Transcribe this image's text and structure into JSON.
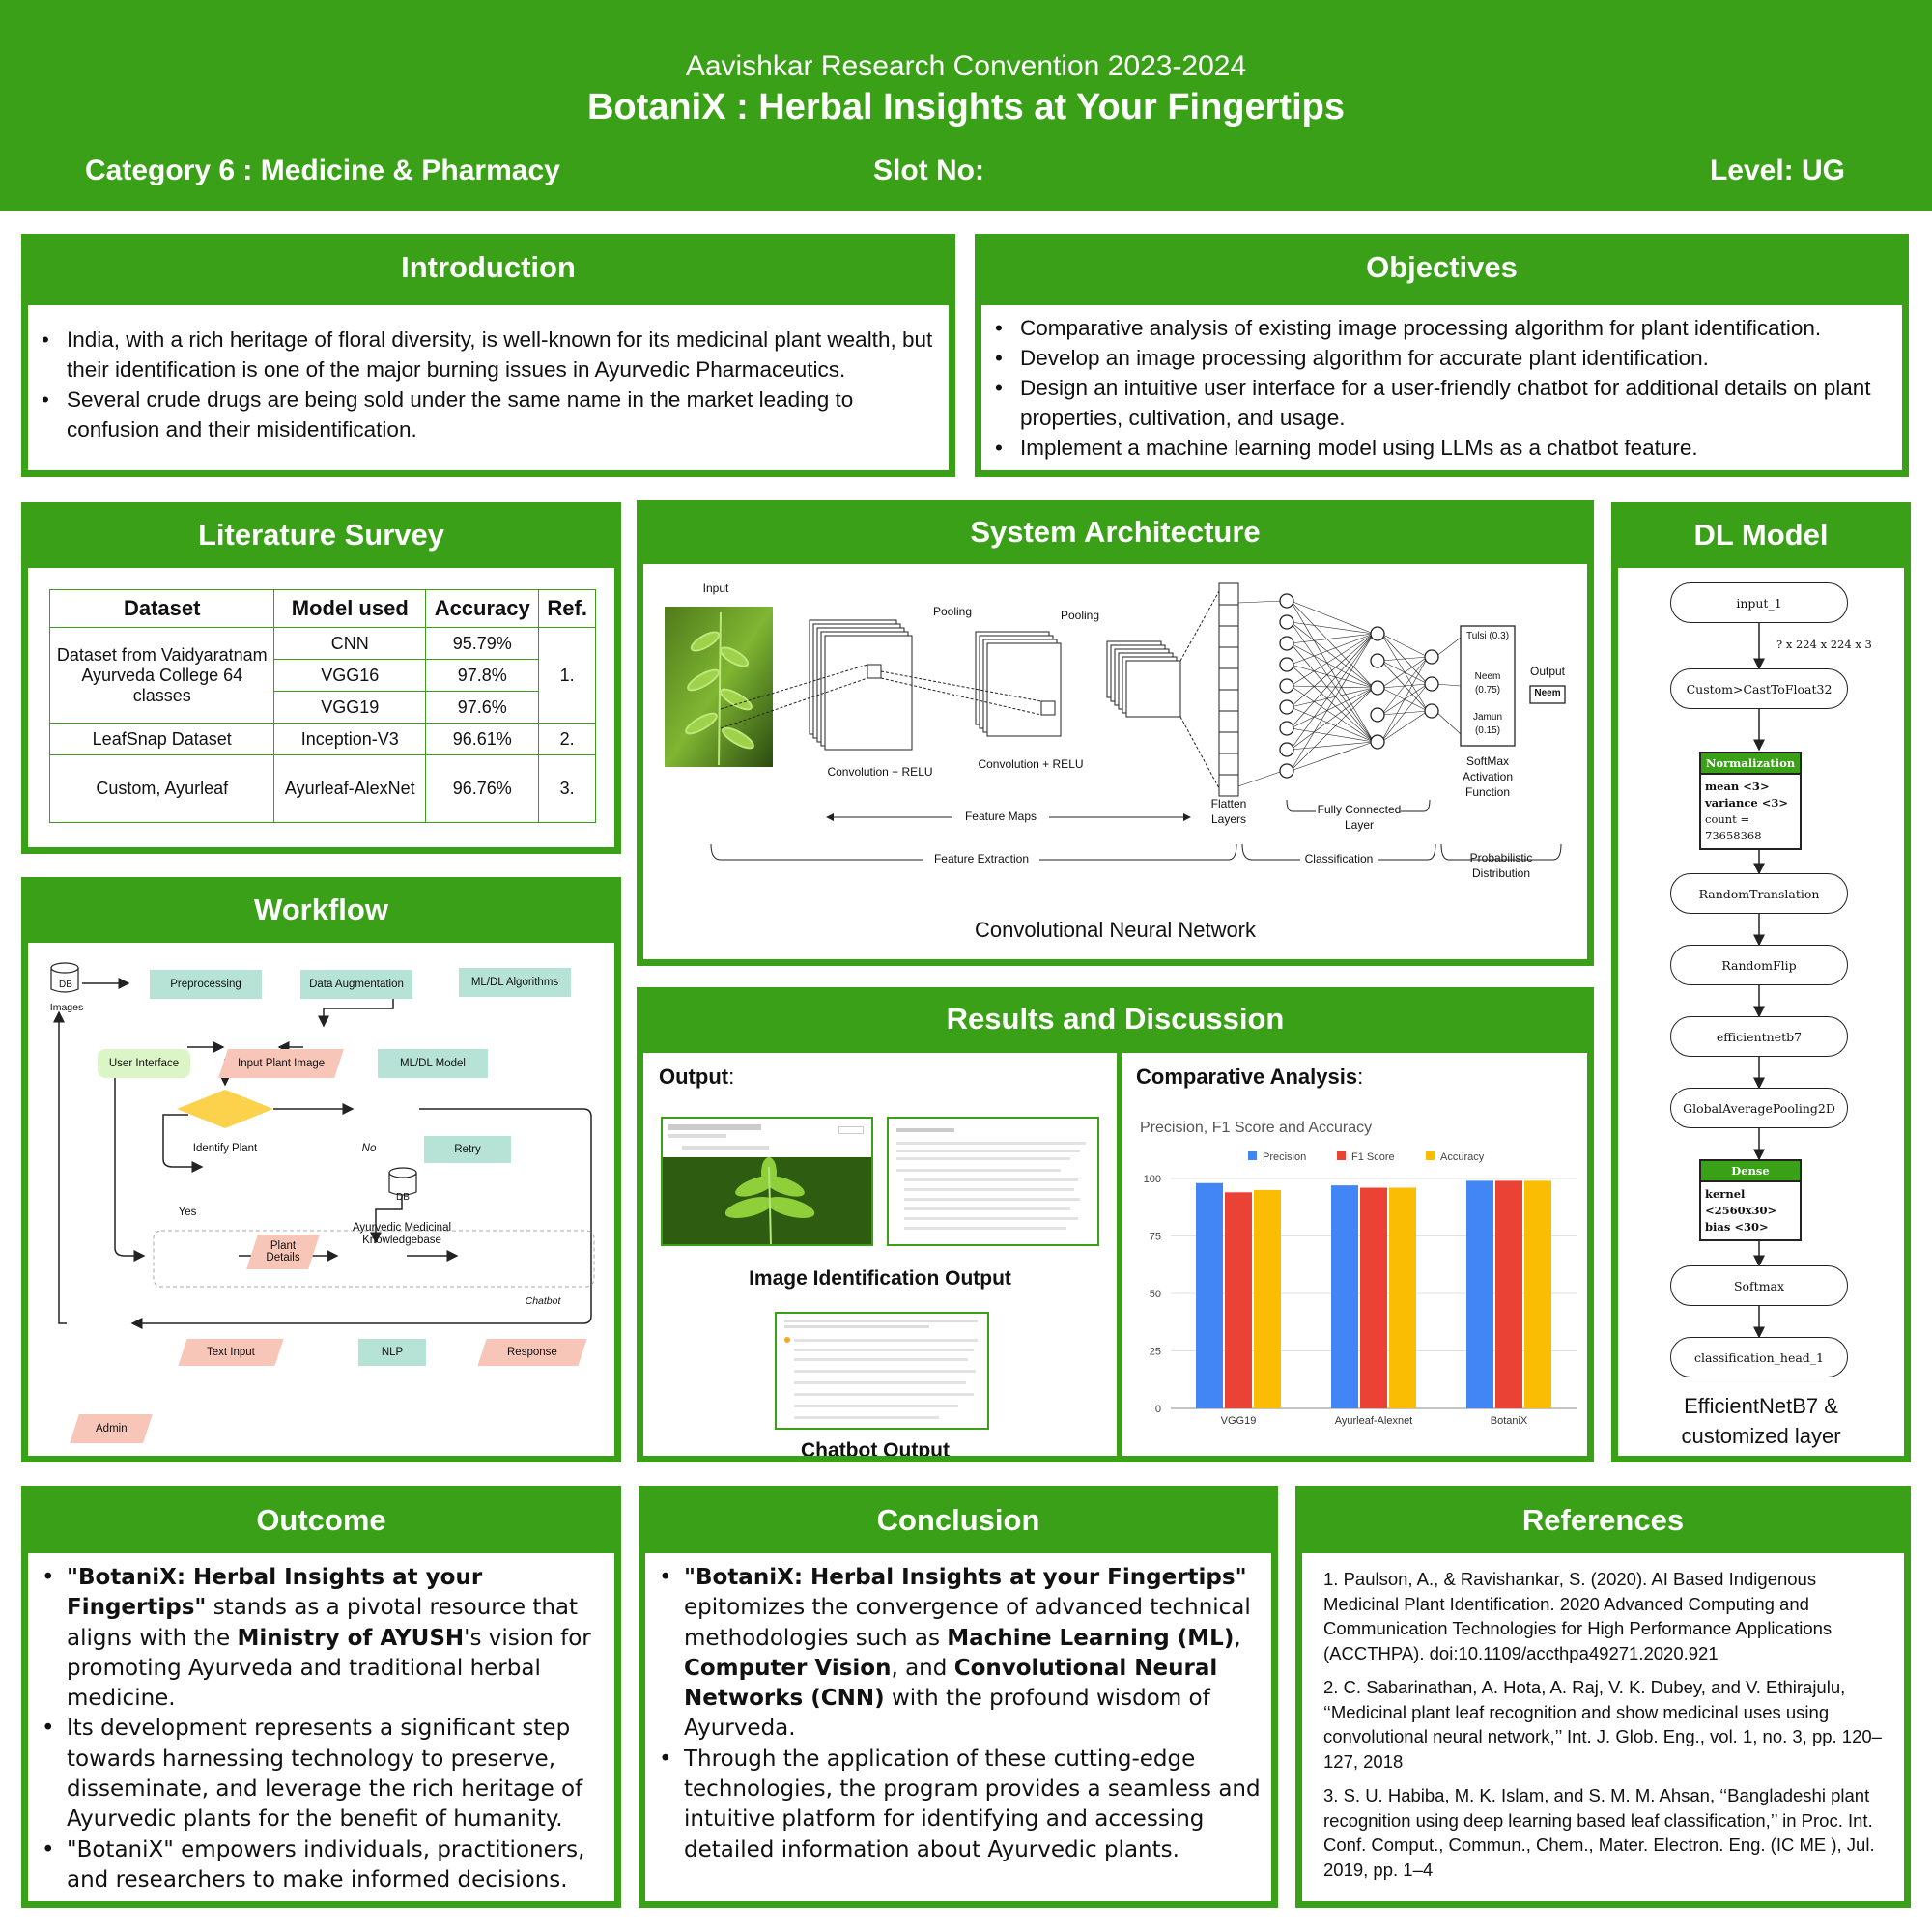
{
  "header": {
    "convention": "Aavishkar Research Convention 2023-2024",
    "title": "BotaniX : Herbal Insights at Your Fingertips",
    "category": "Category 6 : Medicine & Pharmacy",
    "slot": "Slot No:",
    "level": "Level: UG"
  },
  "introduction": {
    "title": "Introduction",
    "bullets": [
      "India, with a rich heritage of floral diversity, is well-known for its medicinal plant wealth, but their identification is one of the major burning issues in Ayurvedic Pharmaceutics.",
      "Several crude drugs are being sold under the same name in the market leading to confusion and their misidentification."
    ]
  },
  "objectives": {
    "title": "Objectives",
    "bullets": [
      "Comparative analysis of existing image processing algorithm for  plant identification.",
      "Develop an image processing algorithm for accurate plant identification.",
      "Design an intuitive user interface for a user-friendly chatbot for additional details on plant properties, cultivation, and usage.",
      "Implement a machine learning model using LLMs as a chatbot feature."
    ]
  },
  "literature": {
    "title": "Literature Survey",
    "headers": [
      "Dataset",
      "Model used",
      "Accuracy",
      "Ref."
    ],
    "rows": [
      {
        "dataset": "Dataset from Vaidyaratnam Ayurveda College 64 classes",
        "model": "CNN",
        "accuracy": "95.79%",
        "ref": "1."
      },
      {
        "model": "VGG16",
        "accuracy": "97.8%"
      },
      {
        "model": "VGG19",
        "accuracy": "97.6%"
      },
      {
        "dataset": "LeafSnap Dataset",
        "model": "Inception-V3",
        "accuracy": "96.61%",
        "ref": "2."
      },
      {
        "dataset": "Custom, Ayurleaf",
        "model": "Ayurleaf-AlexNet",
        "accuracy": "96.76%",
        "ref": "3."
      }
    ]
  },
  "workflow": {
    "title": "Workflow",
    "nodes": {
      "db": "DB",
      "images": "Images",
      "preprocessing": "Preprocessing",
      "augmentation": "Data Augmentation",
      "algorithms": "ML/DL Algorithms",
      "user_interface": "User Interface",
      "input_image": "Input Plant Image",
      "model": "ML/DL Model",
      "identify": "Identify Plant",
      "no": "No",
      "retry": "Retry",
      "yes": "Yes",
      "db2": "DB",
      "knowledgebase": "Ayurvedic Medicinal Knowledgebase",
      "plant_details": "Plant Details",
      "chatbot": "Chatbot",
      "text_input": "Text Input",
      "nlp": "NLP",
      "response": "Response",
      "admin": "Admin"
    }
  },
  "architecture": {
    "title": "System Architecture",
    "labels": {
      "input": "Input",
      "pooling1": "Pooling",
      "pooling2": "Pooling",
      "conv1": "Convolution + RELU",
      "conv2": "Convolution + RELU",
      "feature_maps": "Feature Maps",
      "flatten": "Flatten Layers",
      "fully_connected": "Fully Connected Layer",
      "softmax": "SoftMax Activation Function",
      "output": "Output",
      "output_value": "Neem",
      "feature_extraction": "Feature Extraction",
      "classification": "Classification",
      "probabilistic": "Probabilistic Distribution",
      "tulsi": "Tulsi (0.3)",
      "neem": "Neem (0.75)",
      "jamun": "Jamun (0.15)"
    },
    "caption": "Convolutional Neural Network"
  },
  "results": {
    "title": "Results and Discussion",
    "output_label": "Output",
    "image_output_caption": "Image Identification Output",
    "chatbot_output_caption": "Chatbot Output",
    "comparative_label": "Comparative Analysis"
  },
  "chart_data": {
    "type": "bar",
    "title": "Precision, F1 Score and Accuracy",
    "categories": [
      "VGG19",
      "Ayurleaf-Alexnet",
      "BotaniX"
    ],
    "series": [
      {
        "name": "Precision",
        "color": "#4285f4",
        "values": [
          98,
          97,
          99
        ]
      },
      {
        "name": "F1 Score",
        "color": "#ea4335",
        "values": [
          94,
          96,
          99
        ]
      },
      {
        "name": "Accuracy",
        "color": "#fbbc04",
        "values": [
          95,
          96,
          99
        ]
      }
    ],
    "ylim": [
      0,
      100
    ],
    "yticks": [
      0,
      25,
      50,
      75,
      100
    ],
    "legend": "top",
    "grid": true
  },
  "dl_model": {
    "title": "DL Model",
    "layers": {
      "input": "input_1",
      "shape": "? x 224 x 224 x 3",
      "cast": "Custom>CastToFloat32",
      "normalization": "Normalization",
      "norm_mean": "mean <3>",
      "norm_variance": "variance <3>",
      "norm_count": "count = 73658368",
      "translation": "RandomTranslation",
      "flip": "RandomFlip",
      "efficientnet": "efficientnetb7",
      "pooling": "GlobalAveragePooling2D",
      "dense": "Dense",
      "dense_kernel": "kernel <2560x30>",
      "dense_bias": "bias <30>",
      "softmax": "Softmax",
      "head": "classification_head_1"
    },
    "caption": "EfficientNetB7 & customized layer"
  },
  "outcome": {
    "title": "Outcome",
    "b1_bold": "\"BotaniX: Herbal Insights at your Fingertips\"",
    "b1_a": " stands as a pivotal resource that aligns with the ",
    "b1_bold2": "Ministry of AYUSH",
    "b1_b": "'s vision for promoting Ayurveda and traditional herbal medicine.",
    "b2": "Its development represents a significant step towards harnessing technology to preserve, disseminate, and leverage the rich heritage of Ayurvedic plants for the benefit of humanity.",
    "b3": "\"BotaniX\" empowers individuals, practitioners, and researchers to make informed decisions."
  },
  "conclusion": {
    "title": "Conclusion",
    "b1_bold": "\"BotaniX: Herbal Insights at your Fingertips\"",
    "b1_a": " epitomizes the convergence of advanced technical methodologies such as ",
    "b1_ml": "Machine Learning (ML)",
    "b1_b": ", ",
    "b1_cv": "Computer Vision",
    "b1_c": ", and ",
    "b1_cnn": "Convolutional Neural Networks (CNN)",
    "b1_d": " with the profound wisdom of Ayurveda.",
    "b2": "Through the application of these cutting-edge technologies, the program provides a seamless and intuitive platform for identifying and accessing detailed information about Ayurvedic plants."
  },
  "references": {
    "title": "References",
    "items": [
      "1. Paulson, A., & Ravishankar, S. (2020). AI Based Indigenous Medicinal Plant Identification. 2020 Advanced Computing and Communication Technologies for High Performance Applications (ACCTHPA). doi:10.1109/accthpa49271.2020.921",
      "2. C. Sabarinathan, A. Hota, A. Raj, V. K. Dubey, and V. Ethirajulu, ‘‘Medicinal plant leaf recognition and show medicinal uses using convolutional neural network,’’ Int. J. Glob. Eng., vol. 1, no. 3, pp. 120–127, 2018",
      "3. S. U. Habiba, M. K. Islam, and S. M. M. Ahsan, ‘‘Bangladeshi plant recognition using deep learning based leaf classification,’’ in Proc. Int. Conf. Comput., Commun., Chem., Mater. Electron. Eng. (IC ME ), Jul. 2019, pp. 1–4"
    ]
  }
}
